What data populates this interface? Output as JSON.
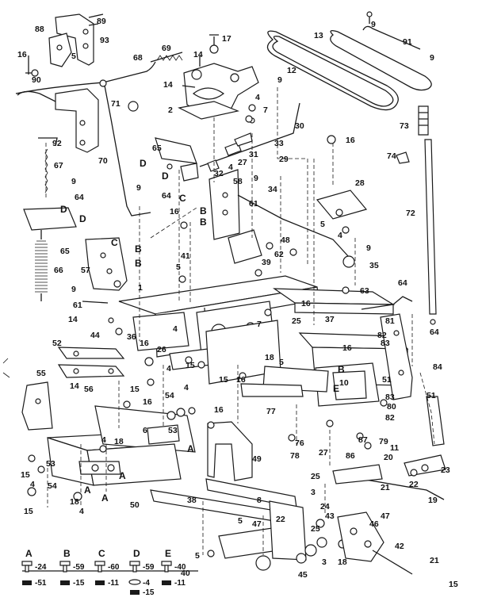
{
  "diagram": {
    "callouts": [
      {
        "id": "c1",
        "text": "89"
      },
      {
        "id": "c2",
        "text": "88"
      },
      {
        "id": "c3",
        "text": "93"
      },
      {
        "id": "c4",
        "text": "5"
      },
      {
        "id": "c5",
        "text": "16"
      },
      {
        "id": "c6",
        "text": "90"
      },
      {
        "id": "c7",
        "text": "68"
      },
      {
        "id": "c8",
        "text": "69"
      },
      {
        "id": "c9",
        "text": "71"
      },
      {
        "id": "c10",
        "text": "17"
      },
      {
        "id": "c11",
        "text": "14"
      },
      {
        "id": "c12",
        "text": "14"
      },
      {
        "id": "c13",
        "text": "2"
      },
      {
        "id": "c14",
        "text": "9"
      },
      {
        "id": "c15",
        "text": "4"
      },
      {
        "id": "c16",
        "text": "7"
      },
      {
        "id": "c17",
        "text": "12"
      },
      {
        "id": "c18",
        "text": "13"
      },
      {
        "id": "c19",
        "text": "91"
      },
      {
        "id": "c20",
        "text": "9"
      },
      {
        "id": "c21",
        "text": "9"
      },
      {
        "id": "c22",
        "text": "73"
      },
      {
        "id": "c23",
        "text": "30"
      },
      {
        "id": "c24",
        "text": "33"
      },
      {
        "id": "c25",
        "text": "31"
      },
      {
        "id": "c26",
        "text": "27"
      },
      {
        "id": "c27",
        "text": "29"
      },
      {
        "id": "c28",
        "text": "32"
      },
      {
        "id": "c29",
        "text": "4"
      },
      {
        "id": "c30",
        "text": "16"
      },
      {
        "id": "c31",
        "text": "74"
      },
      {
        "id": "c32",
        "text": "92"
      },
      {
        "id": "c33",
        "text": "67"
      },
      {
        "id": "c34",
        "text": "70"
      },
      {
        "id": "c35",
        "text": "65"
      },
      {
        "id": "c36",
        "text": "D"
      },
      {
        "id": "c37",
        "text": "D"
      },
      {
        "id": "c38",
        "text": "9"
      },
      {
        "id": "c39",
        "text": "9"
      },
      {
        "id": "c40",
        "text": "34"
      },
      {
        "id": "c41",
        "text": "58"
      },
      {
        "id": "c42",
        "text": "28"
      },
      {
        "id": "c43",
        "text": "64"
      },
      {
        "id": "c44",
        "text": "9"
      },
      {
        "id": "c45",
        "text": "C"
      },
      {
        "id": "c46",
        "text": "16"
      },
      {
        "id": "c47",
        "text": "61"
      },
      {
        "id": "c48",
        "text": "B"
      },
      {
        "id": "c49",
        "text": "B"
      },
      {
        "id": "c50",
        "text": "5"
      },
      {
        "id": "c51",
        "text": "4"
      },
      {
        "id": "c52",
        "text": "72"
      },
      {
        "id": "c53",
        "text": "64"
      },
      {
        "id": "c54",
        "text": "D"
      },
      {
        "id": "c55",
        "text": "D"
      },
      {
        "id": "c56",
        "text": "41"
      },
      {
        "id": "c57",
        "text": "48"
      },
      {
        "id": "c58",
        "text": "62"
      },
      {
        "id": "c59",
        "text": "39"
      },
      {
        "id": "c60",
        "text": "9"
      },
      {
        "id": "c61",
        "text": "35"
      },
      {
        "id": "c62",
        "text": "65"
      },
      {
        "id": "c63",
        "text": "C"
      },
      {
        "id": "c64",
        "text": "B"
      },
      {
        "id": "c65",
        "text": "B"
      },
      {
        "id": "c66",
        "text": "57"
      },
      {
        "id": "c67",
        "text": "66"
      },
      {
        "id": "c68",
        "text": "5"
      },
      {
        "id": "c69",
        "text": "63"
      },
      {
        "id": "c70",
        "text": "64"
      },
      {
        "id": "c71",
        "text": "9"
      },
      {
        "id": "c72",
        "text": "1"
      },
      {
        "id": "c73",
        "text": "61"
      },
      {
        "id": "c74",
        "text": "16"
      },
      {
        "id": "c75",
        "text": "14"
      },
      {
        "id": "c76",
        "text": "37"
      },
      {
        "id": "c77",
        "text": "81"
      },
      {
        "id": "c78",
        "text": "82"
      },
      {
        "id": "c79",
        "text": "4"
      },
      {
        "id": "c80",
        "text": "7"
      },
      {
        "id": "c81",
        "text": "25"
      },
      {
        "id": "c82",
        "text": "16"
      },
      {
        "id": "c83",
        "text": "44"
      },
      {
        "id": "c84",
        "text": "36"
      },
      {
        "id": "c85",
        "text": "26"
      },
      {
        "id": "c86",
        "text": "52"
      },
      {
        "id": "c87",
        "text": "16"
      },
      {
        "id": "c88",
        "text": "15"
      },
      {
        "id": "c89",
        "text": "18"
      },
      {
        "id": "c90",
        "text": "5"
      },
      {
        "id": "c91",
        "text": "83"
      },
      {
        "id": "c92",
        "text": "64"
      },
      {
        "id": "c93",
        "text": "84"
      },
      {
        "id": "c94",
        "text": "4"
      },
      {
        "id": "c95",
        "text": "15"
      },
      {
        "id": "c96",
        "text": "B"
      },
      {
        "id": "c97",
        "text": "10"
      },
      {
        "id": "c98",
        "text": "51"
      },
      {
        "id": "c99",
        "text": "16"
      },
      {
        "id": "c100",
        "text": "55"
      },
      {
        "id": "c101",
        "text": "14"
      },
      {
        "id": "c102",
        "text": "56"
      },
      {
        "id": "c103",
        "text": "15"
      },
      {
        "id": "c104",
        "text": "54"
      },
      {
        "id": "c105",
        "text": "4"
      },
      {
        "id": "c106",
        "text": "83"
      },
      {
        "id": "c107",
        "text": "51"
      },
      {
        "id": "c108",
        "text": "E"
      },
      {
        "id": "c109",
        "text": "16"
      },
      {
        "id": "c110",
        "text": "77"
      },
      {
        "id": "c111",
        "text": "80"
      },
      {
        "id": "c112",
        "text": "82"
      },
      {
        "id": "c113",
        "text": "16"
      },
      {
        "id": "c114",
        "text": "53"
      },
      {
        "id": "c115",
        "text": "6"
      },
      {
        "id": "c116",
        "text": "87"
      },
      {
        "id": "c117",
        "text": "79"
      },
      {
        "id": "c118",
        "text": "76"
      },
      {
        "id": "c119",
        "text": "78"
      },
      {
        "id": "c120",
        "text": "27"
      },
      {
        "id": "c121",
        "text": "86"
      },
      {
        "id": "c122",
        "text": "20"
      },
      {
        "id": "c123",
        "text": "4"
      },
      {
        "id": "c124",
        "text": "18"
      },
      {
        "id": "c125",
        "text": "A"
      },
      {
        "id": "c126",
        "text": "49"
      },
      {
        "id": "c127",
        "text": "11"
      },
      {
        "id": "c128",
        "text": "23"
      },
      {
        "id": "c129",
        "text": "53"
      },
      {
        "id": "c130",
        "text": "A"
      },
      {
        "id": "c131",
        "text": "15"
      },
      {
        "id": "c132",
        "text": "4"
      },
      {
        "id": "c133",
        "text": "54"
      },
      {
        "id": "c134",
        "text": "18"
      },
      {
        "id": "c135",
        "text": "4"
      },
      {
        "id": "c136",
        "text": "A"
      },
      {
        "id": "c137",
        "text": "A"
      },
      {
        "id": "c138",
        "text": "50"
      },
      {
        "id": "c139",
        "text": "25"
      },
      {
        "id": "c140",
        "text": "3"
      },
      {
        "id": "c141",
        "text": "21"
      },
      {
        "id": "c142",
        "text": "22"
      },
      {
        "id": "c143",
        "text": "19"
      },
      {
        "id": "c144",
        "text": "24"
      },
      {
        "id": "c145",
        "text": "15"
      },
      {
        "id": "c146",
        "text": "38"
      },
      {
        "id": "c147",
        "text": "8"
      },
      {
        "id": "c148",
        "text": "5"
      },
      {
        "id": "c149",
        "text": "47"
      },
      {
        "id": "c150",
        "text": "22"
      },
      {
        "id": "c151",
        "text": "43"
      },
      {
        "id": "c152",
        "text": "46"
      },
      {
        "id": "c153",
        "text": "47"
      },
      {
        "id": "c154",
        "text": "25"
      },
      {
        "id": "c155",
        "text": "5"
      },
      {
        "id": "c156",
        "text": "42"
      },
      {
        "id": "c157",
        "text": "18"
      },
      {
        "id": "c158",
        "text": "45"
      },
      {
        "id": "c159",
        "text": "3"
      },
      {
        "id": "c160",
        "text": "40"
      },
      {
        "id": "c161",
        "text": "15"
      },
      {
        "id": "c162",
        "text": "21"
      }
    ],
    "legend": [
      {
        "letter": "A",
        "bolt": "24",
        "nut": "51"
      },
      {
        "letter": "B",
        "bolt": "59",
        "nut": "15"
      },
      {
        "letter": "C",
        "bolt": "60",
        "nut": "11"
      },
      {
        "letter": "D",
        "bolt": "59",
        "washer": "4",
        "nut": "15"
      },
      {
        "letter": "E",
        "bolt": "40",
        "nut": "11"
      }
    ]
  }
}
